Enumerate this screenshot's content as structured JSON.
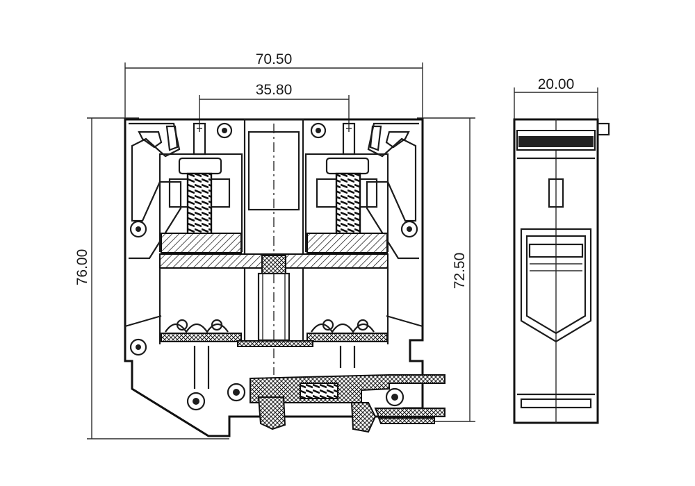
{
  "dimensions": {
    "overall_width": "70.50",
    "screw_spacing": "35.80",
    "overall_height": "76.00",
    "body_height": "72.50",
    "thickness": "20.00"
  }
}
